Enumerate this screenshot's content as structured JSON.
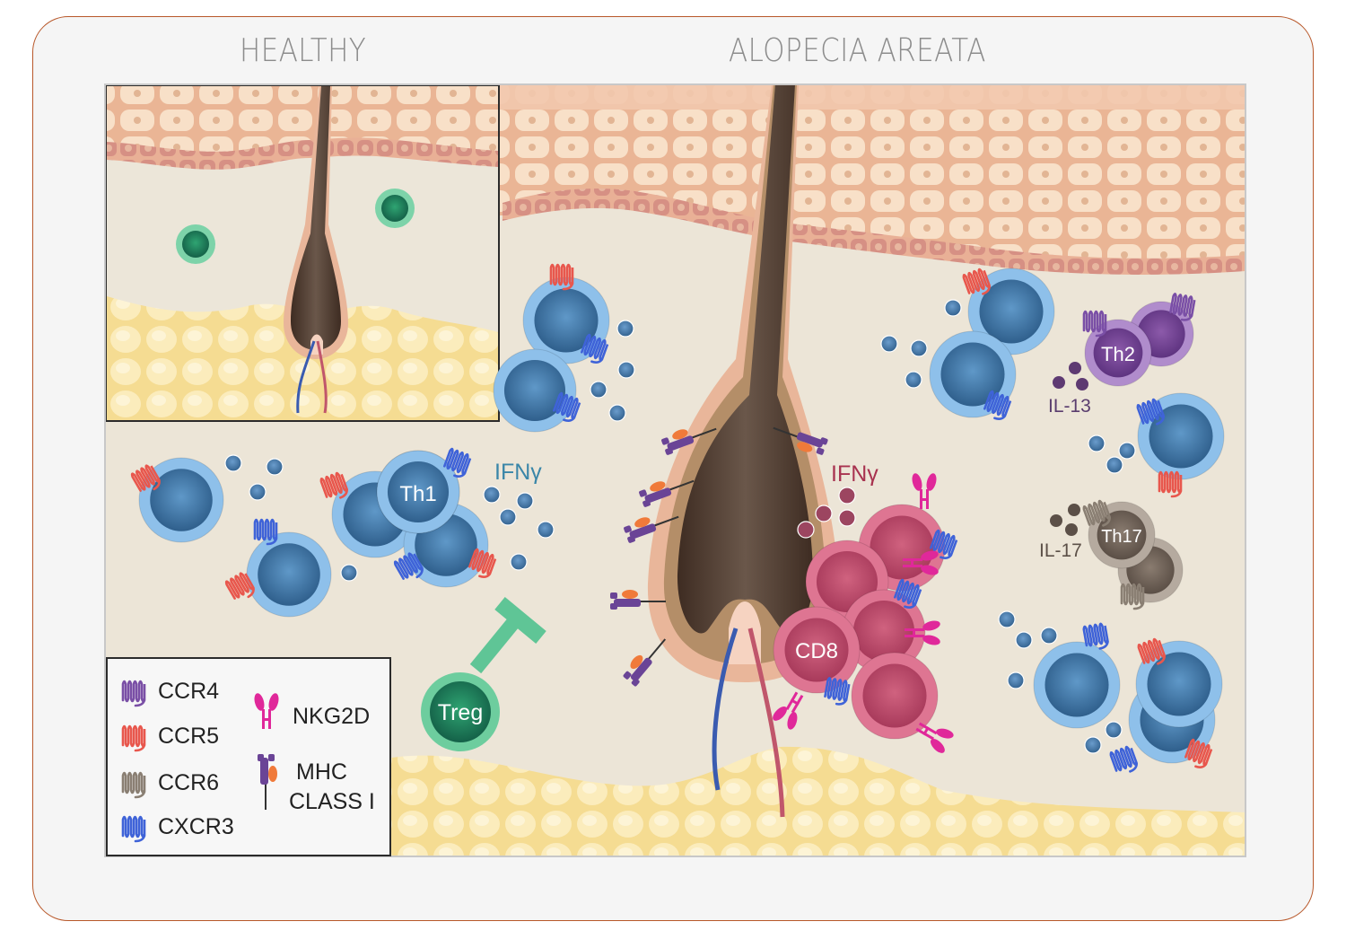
{
  "titles": {
    "healthy": "HEALTHY",
    "alopecia": "ALOPECIA AREATA"
  },
  "cells": {
    "th1": "Th1",
    "th2": "Th2",
    "th17": "Th17",
    "cd8": "CD8",
    "treg": "Treg"
  },
  "cytokines": {
    "ifng_left": "IFNγ",
    "ifng_right": "IFNγ",
    "il13": "IL-13",
    "il17": "IL-17"
  },
  "legend": {
    "items": [
      {
        "label": "CCR4",
        "icon": "receptor-coil-icon",
        "color": "#7a4fa6"
      },
      {
        "label": "CCR5",
        "icon": "receptor-coil-icon",
        "color": "#e8574d"
      },
      {
        "label": "CCR6",
        "icon": "receptor-coil-icon",
        "color": "#8a7f73"
      },
      {
        "label": "CXCR3",
        "icon": "receptor-coil-icon",
        "color": "#3f63d8"
      },
      {
        "label": "NKG2D",
        "icon": "y-receptor-icon",
        "color": "#e0289a"
      },
      {
        "label_line1": "MHC",
        "label_line2": "CLASS I",
        "icon": "mhc-class-i-icon",
        "color": "#6a4496",
        "accent": "#f07a3a"
      }
    ]
  },
  "colors": {
    "frame_border": "#b8582a",
    "title": "#8c8c8c",
    "skin_top": "#f0c2a3",
    "dermis": "#efe8da",
    "fat": "#f8e4a3",
    "hair": "#4e3a2e",
    "t_cell_outer": "#8ec0ea",
    "t_cell_inner": "#3f77a8",
    "cd8_outer": "#e0708d",
    "cd8_inner": "#c44a6d",
    "th2": "#8b5aa8",
    "th17": "#857a6f",
    "treg": "#1f7a55",
    "treg_ring": "#6ccc9a",
    "ifng_left": "#3a86a8",
    "ifng_right": "#a8324f"
  }
}
